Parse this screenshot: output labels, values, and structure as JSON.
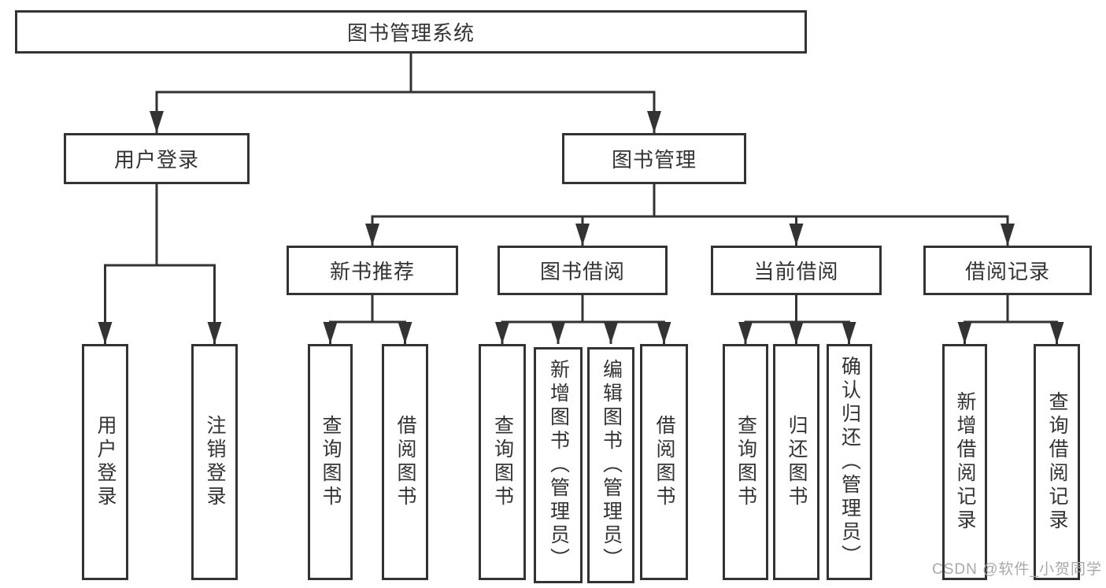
{
  "diagram": {
    "root": {
      "label": "图书管理系统"
    },
    "level2": [
      {
        "label": "用户登录"
      },
      {
        "label": "图书管理"
      }
    ],
    "level3": [
      {
        "label": "新书推荐"
      },
      {
        "label": "图书借阅"
      },
      {
        "label": "当前借阅"
      },
      {
        "label": "借阅记录"
      }
    ],
    "leaves": {
      "user_login": [
        "用户登录",
        "注销登录"
      ],
      "new_book": [
        "查询图书",
        "借阅图书"
      ],
      "book_borrow": [
        "查询图书",
        "新增图书（管理员）",
        "编辑图书（管理员）",
        "借阅图书"
      ],
      "current_borrow": [
        "查询图书",
        "归还图书",
        "确认归还（管理员）"
      ],
      "borrow_record": [
        "新增借阅记录",
        "查询借阅记录"
      ]
    },
    "colors": {
      "line": "#333333",
      "box_fill": "#ffffff",
      "text": "#333333",
      "watermark": "#a9a9a9"
    }
  },
  "watermark": {
    "text": "CSDN @软件_小贺同学"
  }
}
